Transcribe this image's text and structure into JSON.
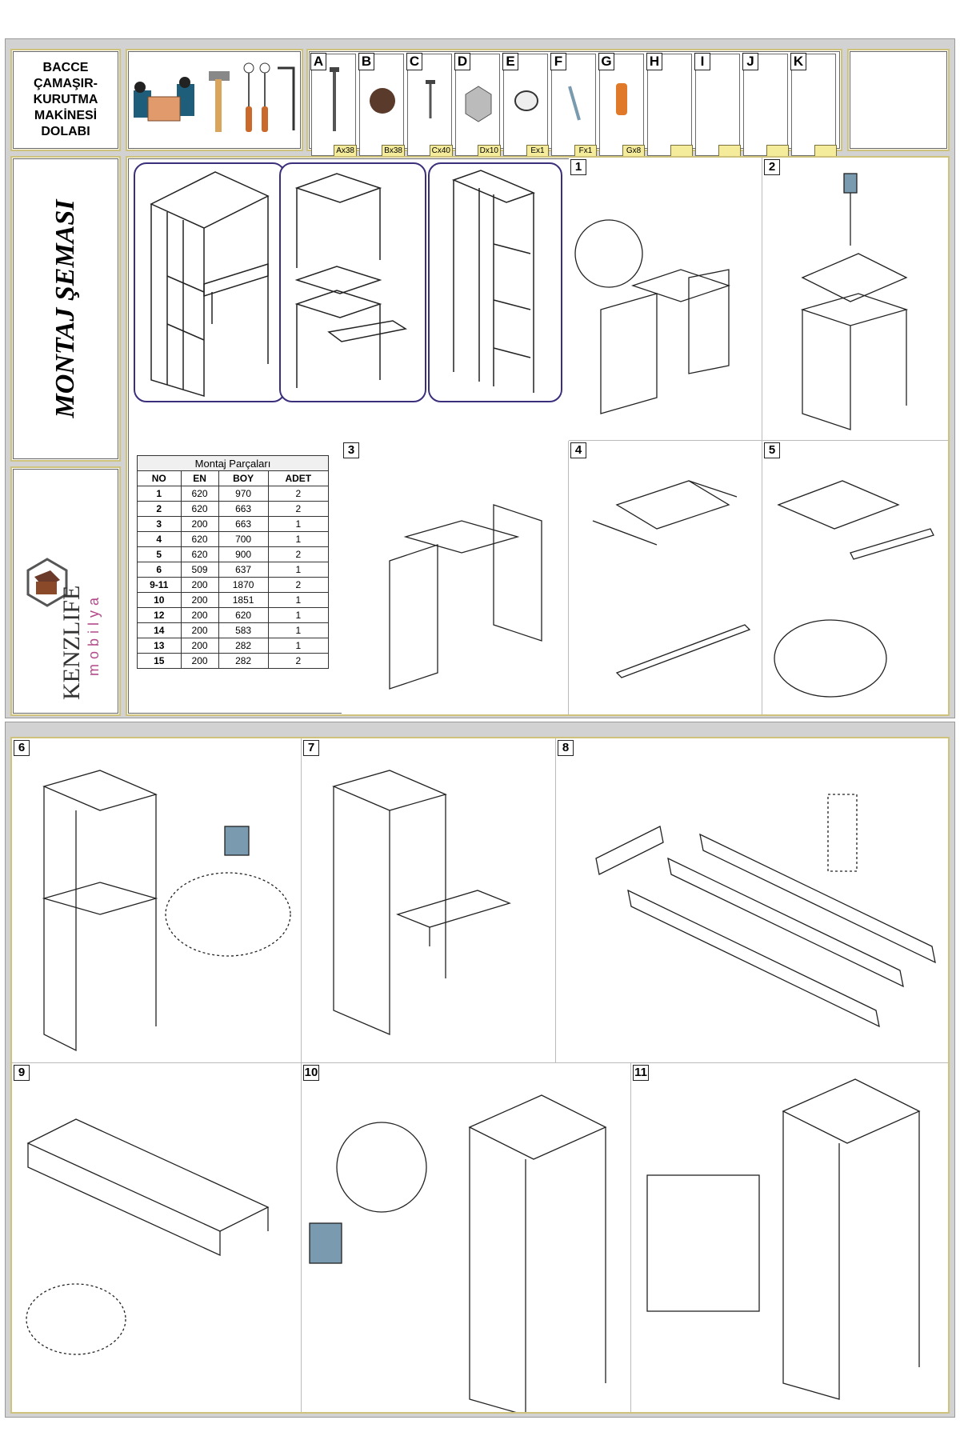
{
  "product": {
    "title_lines": [
      "BACCE",
      "ÇAMAŞIR-",
      "KURUTMA",
      "MAKİNESİ",
      "DOLABI"
    ]
  },
  "parts": [
    {
      "letter": "A",
      "qty": "Ax38",
      "icon": "long-screw-icon"
    },
    {
      "letter": "B",
      "qty": "Bx38",
      "icon": "cover-cap-icon"
    },
    {
      "letter": "C",
      "qty": "Cx40",
      "icon": "small-screw-icon"
    },
    {
      "letter": "D",
      "qty": "Dx10",
      "icon": "connector-bracket-icon"
    },
    {
      "letter": "E",
      "qty": "Ex1",
      "icon": "knob-icon"
    },
    {
      "letter": "F",
      "qty": "Fx1",
      "icon": "knob-screw-icon"
    },
    {
      "letter": "G",
      "qty": "Gx8",
      "icon": "wood-dowel-icon"
    },
    {
      "letter": "H",
      "qty": "",
      "icon": ""
    },
    {
      "letter": "I",
      "qty": "",
      "icon": ""
    },
    {
      "letter": "J",
      "qty": "",
      "icon": ""
    },
    {
      "letter": "K",
      "qty": "",
      "icon": ""
    }
  ],
  "section_title": "MONTAJ ŞEMASI",
  "brand": {
    "name": "KENZLIFE",
    "sub": "mobilya"
  },
  "parts_table": {
    "caption": "Montaj Parçaları",
    "headers": [
      "NO",
      "EN",
      "BOY",
      "ADET"
    ],
    "rows": [
      [
        "1",
        "620",
        "970",
        "2"
      ],
      [
        "2",
        "620",
        "663",
        "2"
      ],
      [
        "3",
        "200",
        "663",
        "1"
      ],
      [
        "4",
        "620",
        "700",
        "1"
      ],
      [
        "5",
        "620",
        "900",
        "2"
      ],
      [
        "6",
        "509",
        "637",
        "1"
      ],
      [
        "9-11",
        "200",
        "1870",
        "2"
      ],
      [
        "10",
        "200",
        "1851",
        "1"
      ],
      [
        "12",
        "200",
        "620",
        "1"
      ],
      [
        "14",
        "200",
        "583",
        "1"
      ],
      [
        "13",
        "200",
        "282",
        "1"
      ],
      [
        "15",
        "200",
        "282",
        "2"
      ]
    ]
  },
  "steps": [
    "1",
    "2",
    "3",
    "4",
    "5",
    "6",
    "7",
    "8",
    "9",
    "10",
    "11"
  ],
  "colors": {
    "frame_gold": "#cfc27a",
    "overview_border": "#3a2f7a",
    "qty_bg": "#f4ec9a",
    "arrow": "#3a2f7a"
  }
}
